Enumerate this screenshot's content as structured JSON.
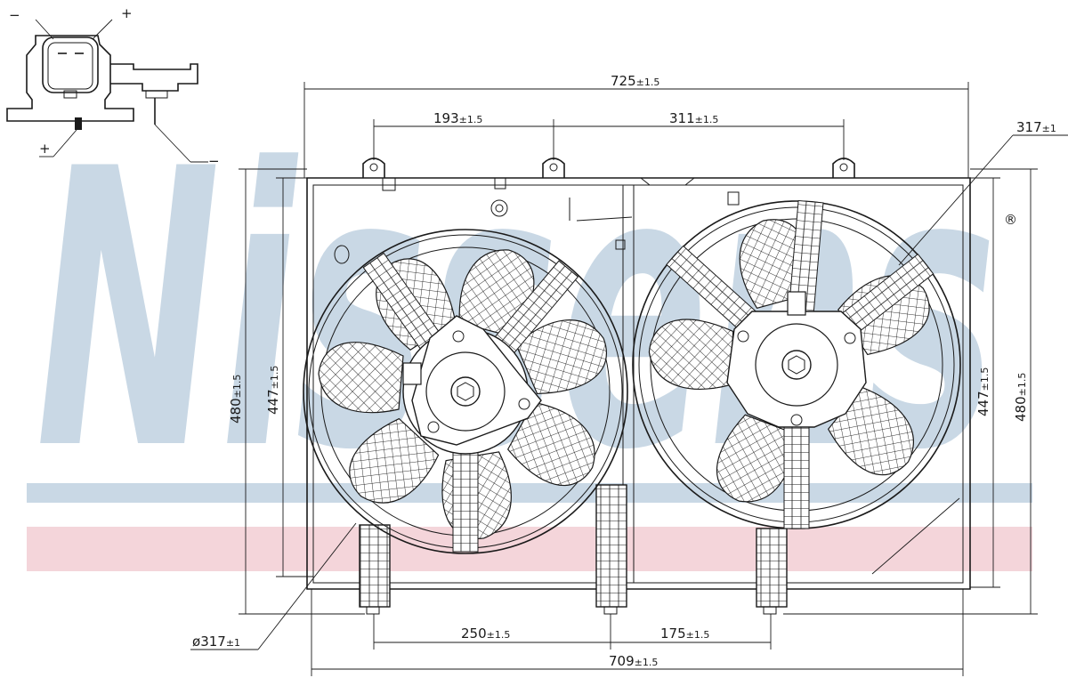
{
  "watermark": {
    "brand": "Nissens",
    "registered": "®",
    "color_blue": "#c9d8e5",
    "color_pink": "#f4d5da"
  },
  "dimensions": {
    "top_overall": {
      "value": "725",
      "tol": "±1.5"
    },
    "top_left": {
      "value": "193",
      "tol": "±1.5"
    },
    "top_right": {
      "value": "311",
      "tol": "±1.5"
    },
    "right_fan": {
      "value": "317",
      "tol": "±1"
    },
    "left_height_outer": {
      "value": "480",
      "tol": "±1.5"
    },
    "left_height_inner": {
      "value": "447",
      "tol": "±1.5"
    },
    "right_height_inner": {
      "value": "447",
      "tol": "±1.5"
    },
    "right_height_outer": {
      "value": "480",
      "tol": "±1.5"
    },
    "bottom_left": {
      "value": "250",
      "tol": "±1.5"
    },
    "bottom_right": {
      "value": "175",
      "tol": "±1.5"
    },
    "bottom_overall": {
      "value": "709",
      "tol": "±1.5"
    },
    "left_fan": {
      "prefix": "ø",
      "value": "317",
      "tol": "±1"
    }
  },
  "connector": {
    "minus_top": "−",
    "plus_top": "+",
    "plus_bottom": "+",
    "minus_bottom": "−"
  }
}
